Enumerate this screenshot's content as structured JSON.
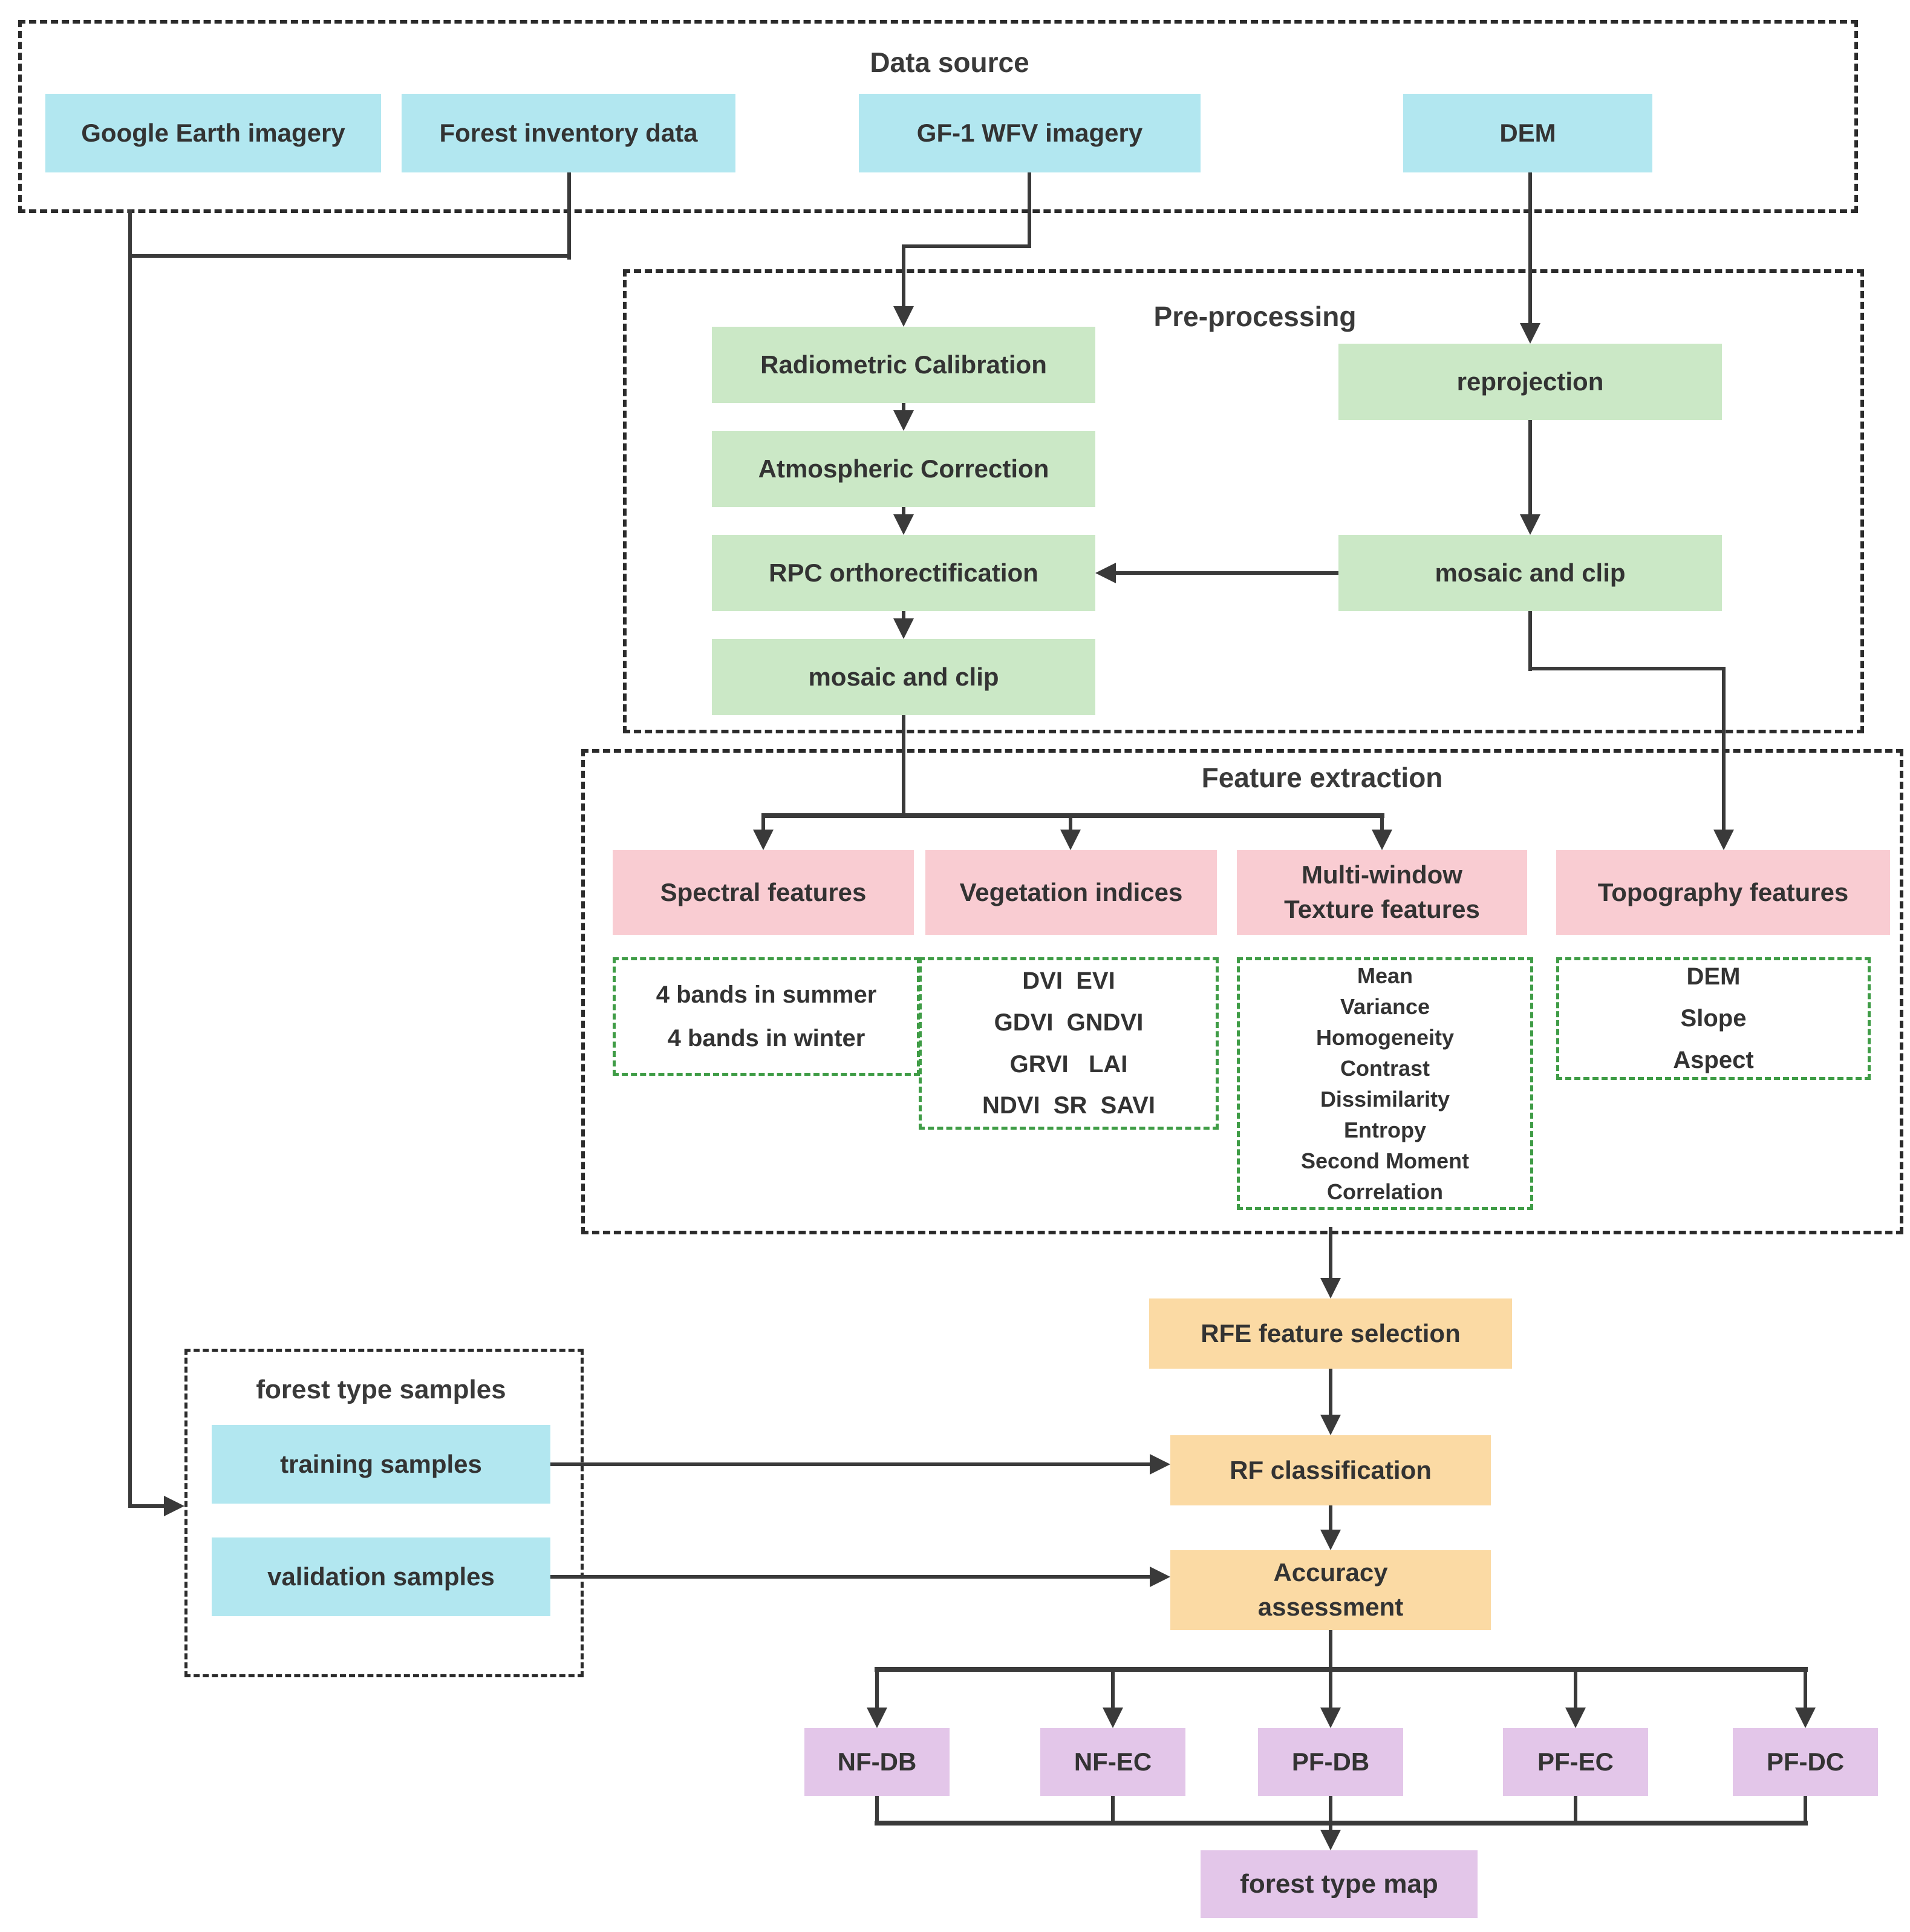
{
  "colors": {
    "cyan": "#B2E7F0",
    "green": "#CBE8C6",
    "pink": "#F9CCD2",
    "orange": "#FBDAA4",
    "purple": "#E3C6E9",
    "line": "#3A3A3A",
    "green_dash_border": "#3F9C46"
  },
  "data_source": {
    "title": "Data source",
    "google_earth": "Google Earth imagery",
    "forest_inventory": "Forest inventory data",
    "gf1": "GF-1 WFV imagery",
    "dem": "DEM"
  },
  "pre_processing": {
    "title": "Pre-processing",
    "radiometric": "Radiometric Calibration",
    "atmospheric": "Atmospheric Correction",
    "rpc": "RPC orthorectification",
    "mosaic_left": "mosaic and clip",
    "reprojection": "reprojection",
    "mosaic_right": "mosaic and clip"
  },
  "feature_extraction": {
    "title": "Feature extraction",
    "spectral": {
      "header": "Spectral features",
      "lines": [
        "4 bands in summer",
        "4 bands in winter"
      ]
    },
    "vegetation": {
      "header": "Vegetation indices",
      "lines": [
        "DVI  EVI",
        "GDVI  GNDVI",
        "GRVI   LAI",
        "NDVI  SR  SAVI"
      ]
    },
    "texture": {
      "header": "Multi-window\nTexture features",
      "lines": [
        "Mean",
        "Variance",
        "Homogeneity",
        "Contrast",
        "Dissimilarity",
        "Entropy",
        "Second Moment",
        "Correlation"
      ]
    },
    "topography": {
      "header": "Topography features",
      "lines": [
        "DEM",
        "Slope",
        "Aspect"
      ]
    }
  },
  "classification": {
    "rfe": "RFE feature selection",
    "rf": "RF classification",
    "accuracy": "Accuracy\nassessment"
  },
  "samples": {
    "title": "forest type samples",
    "training": "training samples",
    "validation": "validation samples"
  },
  "results": {
    "classes": [
      "NF-DB",
      "NF-EC",
      "PF-DB",
      "PF-EC",
      "PF-DC"
    ],
    "map": "forest type map"
  }
}
